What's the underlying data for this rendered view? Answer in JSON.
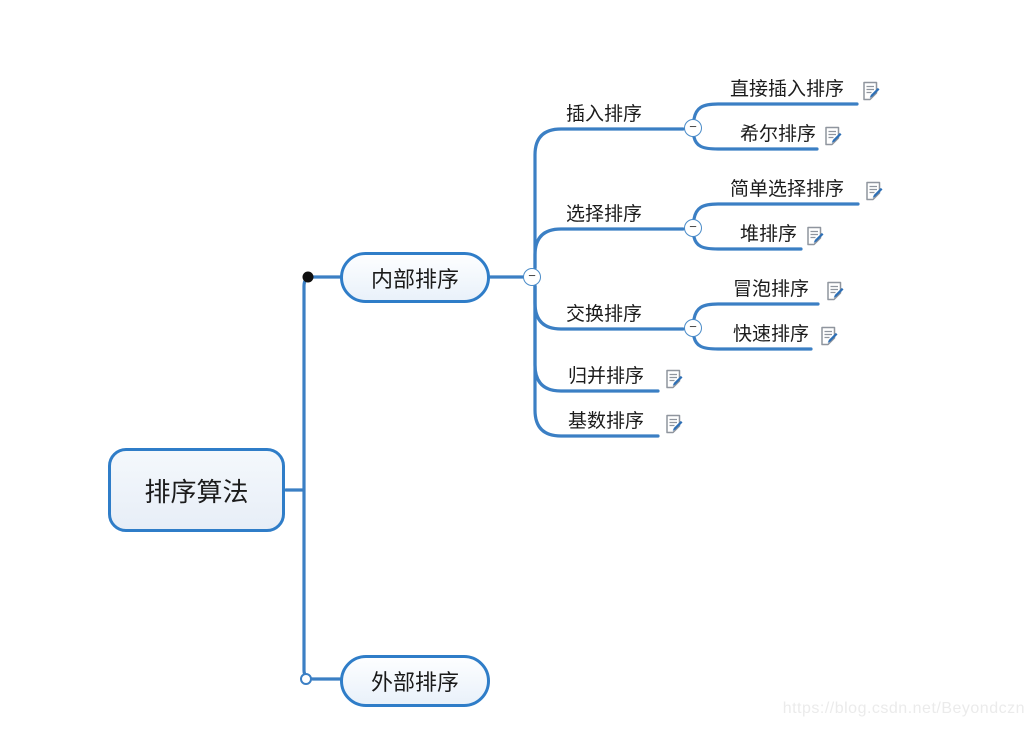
{
  "colors": {
    "line": "#3b7fc4",
    "node_border": "#2f7dc8",
    "node_fill_root": "#e7eef7",
    "node_fill_pill": "#e9f1fa",
    "text": "#1b1b1b",
    "collapse_border": "#4a8bc8",
    "notes_icon_gray": "#8f959e",
    "notes_icon_pen_blue": "#2d6fb5",
    "watermark_gray": "#ebebeb"
  },
  "ui": {
    "collapse_symbol": "−",
    "watermark": "https://blog.csdn.net/Beyondczn"
  },
  "mindmap": {
    "root": {
      "label": "排序算法"
    },
    "internal": {
      "label": "内部排序",
      "branches": [
        {
          "label": "插入排序",
          "children": [
            {
              "label": "直接插入排序",
              "has_notes": true
            },
            {
              "label": "希尔排序",
              "has_notes": true
            }
          ]
        },
        {
          "label": "选择排序",
          "children": [
            {
              "label": "简单选择排序",
              "has_notes": true
            },
            {
              "label": "堆排序",
              "has_notes": true
            }
          ]
        },
        {
          "label": "交换排序",
          "children": [
            {
              "label": "冒泡排序",
              "has_notes": true
            },
            {
              "label": "快速排序",
              "has_notes": true
            }
          ]
        },
        {
          "label": "归并排序",
          "has_notes": true
        },
        {
          "label": "基数排序",
          "has_notes": true
        }
      ]
    },
    "external": {
      "label": "外部排序"
    }
  }
}
